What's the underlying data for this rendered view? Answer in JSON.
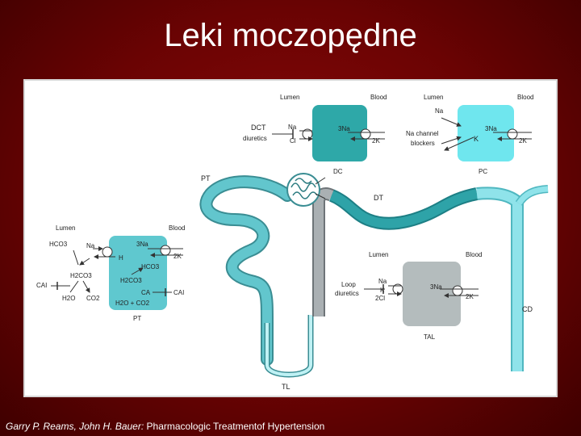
{
  "slide": {
    "title": "Leki moczopędne",
    "caption_authors": "Garry P. Reams, John H. Bauer:",
    "caption_title": "Pharmacologic Treatmentof Hypertension"
  },
  "nephron": {
    "pt_label": "PT",
    "dt_label": "DT",
    "tl_label": "TL",
    "cd_label": "CD"
  },
  "dct_panel": {
    "lumen": "Lumen",
    "blood": "Blood",
    "drug_line1": "DCT",
    "drug_line2": "diuretics",
    "ion_na": "Na",
    "ion_cl": "Cl",
    "pump_na": "3Na",
    "pump_k": "2K",
    "cell": "DC"
  },
  "pc_panel": {
    "lumen": "Lumen",
    "blood": "Blood",
    "ion_na": "Na",
    "drug_line1": "Na channel",
    "drug_line2": "blockers",
    "ion_k": "K",
    "pump_na": "3Na",
    "pump_k": "2K",
    "cell": "PC"
  },
  "pt_panel": {
    "lumen": "Lumen",
    "blood": "Blood",
    "hco3": "HCO3",
    "na": "Na",
    "h": "H",
    "h2co3_left": "H2CO3",
    "cai_left": "CAI",
    "h2o": "H2O",
    "co2": "CO2",
    "hco3_cell": "HCO3",
    "h2co3_cell": "H2CO3",
    "ca": "CA",
    "cai_right": "CAI",
    "h2o_co2": "H2O + CO2",
    "pump_na": "3Na",
    "pump_k": "2K",
    "cell": "PT"
  },
  "tal_panel": {
    "lumen": "Lumen",
    "blood": "Blood",
    "drug_line1": "Loop",
    "drug_line2": "diuretics",
    "ion_na": "Na",
    "ion_k": "K",
    "ion_cl": "2Cl",
    "pump_na": "3Na",
    "pump_k": "2K",
    "cell": "TAL"
  },
  "colors": {
    "background": "#6a0303",
    "tubule_pt": "#5fc3c9",
    "tubule_dark": "#2a9fa3",
    "tubule_light": "#8fe3ea",
    "tubule_gray": "#a9aeb1",
    "cell_dct": "#2ea8a8",
    "cell_pc": "#6fe6ee",
    "cell_pt": "#5fc8cf",
    "cell_tal": "#b4bcbd"
  }
}
